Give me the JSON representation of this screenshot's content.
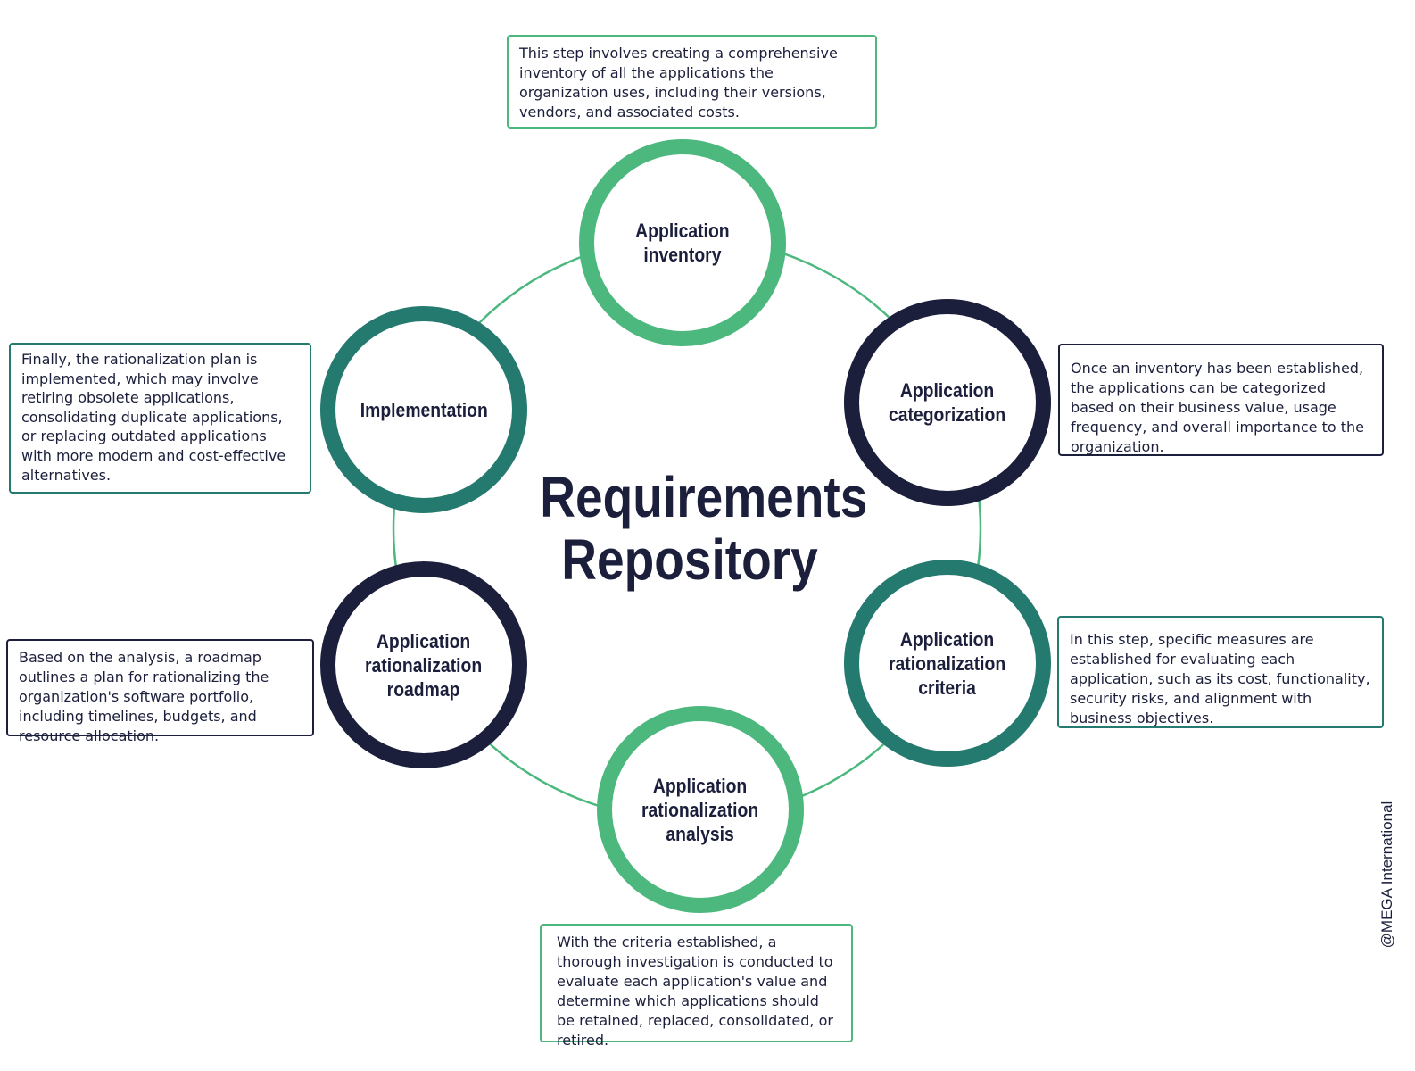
{
  "title": {
    "line1": "Requirements",
    "line2": "Repository"
  },
  "watermark": "@MEGA International",
  "colors": {
    "light_green": "#4cb87d",
    "teal": "#257a70",
    "navy": "#1b1f3b",
    "connector": "#4cb87d"
  },
  "steps": [
    {
      "label": "Application\ninventory",
      "ring_color": "light_green",
      "description": "This step involves creating a comprehensive inventory of all the applications the organization uses, including their versions, vendors, and associated costs."
    },
    {
      "label": "Application\ncategorization",
      "ring_color": "navy",
      "description": "Once an inventory has been established, the applications can be categorized based on their business value, usage frequency, and overall importance to the organization."
    },
    {
      "label": "Application\nrationalization\ncriteria",
      "ring_color": "teal",
      "description": "In this step, specific measures are established for evaluating each application, such as its cost, functionality, security risks, and alignment with business objectives."
    },
    {
      "label": "Application\nrationalization\nanalysis",
      "ring_color": "light_green",
      "description": "With the criteria established, a thorough investigation is conducted to evaluate each application's value and determine which applications should be retained, replaced, consolidated, or retired."
    },
    {
      "label": "Application\nrationalization\nroadmap",
      "ring_color": "navy",
      "description": "Based on the analysis, a roadmap outlines a plan for rationalizing the organization's software portfolio, including timelines, budgets, and resource allocation."
    },
    {
      "label": "Implementation",
      "ring_color": "teal",
      "description": "Finally, the rationalization plan is implemented, which may involve retiring obsolete applications, consolidating duplicate applications, or replacing outdated applications with more modern and cost-effective alternatives."
    }
  ]
}
